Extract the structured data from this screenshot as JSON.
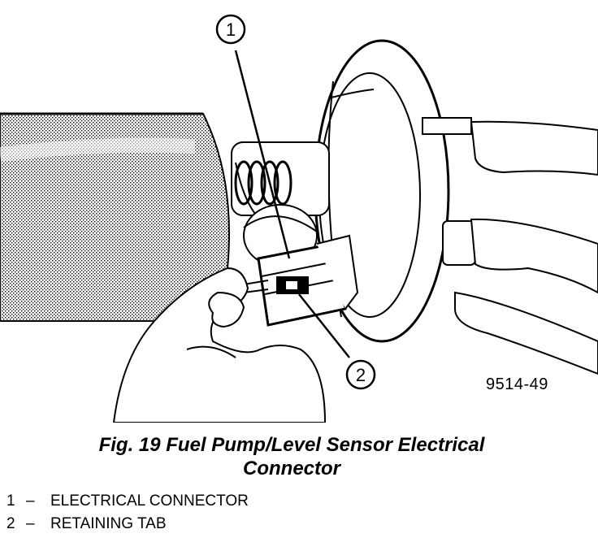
{
  "figure": {
    "callouts": [
      {
        "number": "1"
      },
      {
        "number": "2"
      }
    ],
    "code": "9514-49",
    "caption": {
      "line1": "Fig. 19 Fuel Pump/Level Sensor Electrical",
      "line2": "Connector"
    },
    "legend": [
      {
        "number": "1",
        "dash": "–",
        "label": "ELECTRICAL CONNECTOR"
      },
      {
        "number": "2",
        "dash": "–",
        "label": "RETAINING TAB"
      }
    ]
  }
}
